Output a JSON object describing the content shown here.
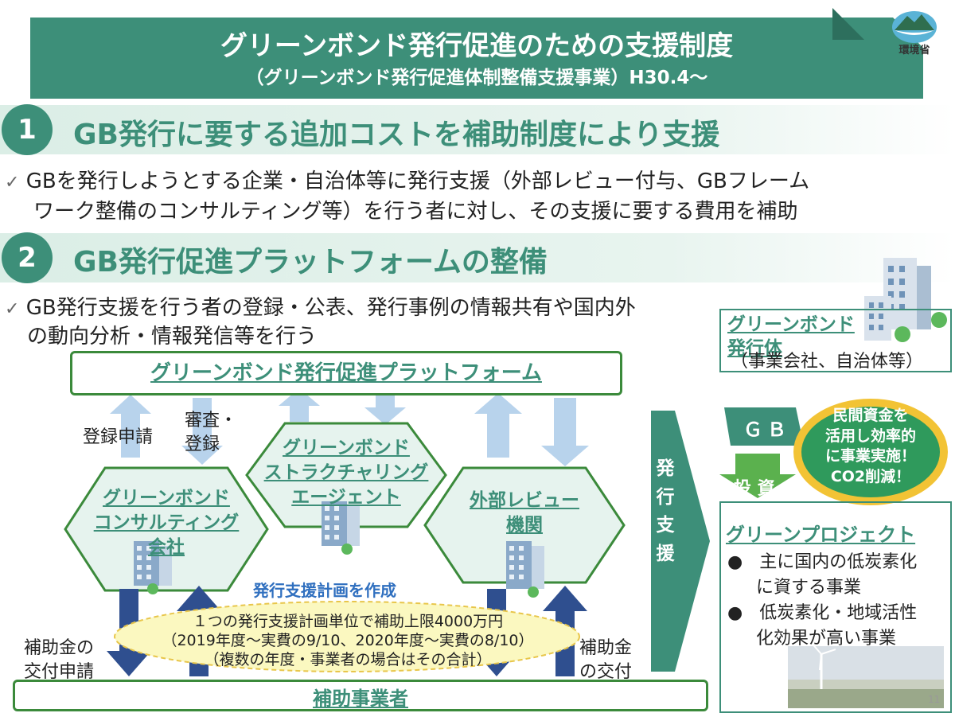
{
  "header": {
    "title": "グリーンボンド発行促進のための支援制度",
    "subtitle": "（グリーンボンド発行促進体制整備支援事業）H30.4～",
    "logo_text": "環境省"
  },
  "section1": {
    "number": "1",
    "title": "GB発行に要する追加コストを補助制度により支援",
    "lines": [
      "GBを発行しようとする企業・自治体等に発行支援（外部レビュー付与、GBフレーム",
      "ワーク整備のコンサルティング等）を行う者に対し、その支援に要する費用を補助"
    ]
  },
  "section2": {
    "number": "2",
    "title": "GB発行促進プラットフォームの整備",
    "lines": [
      "GB発行支援を行う者の登録・公表、発行事例の情報共有や国内外",
      "の動向分析・情報発信等を行う"
    ]
  },
  "diagram": {
    "platform": "グリーンボンド発行促進プラットフォーム",
    "label_register": "登録申請",
    "label_review_1": "審査・",
    "label_review_2": "登録",
    "consulting": [
      "グリーンボンド",
      "コンサルティング",
      "会社"
    ],
    "agent": [
      "グリーンボンド",
      "ストラクチャリング",
      "エージェント"
    ],
    "review": [
      "外部レビュー",
      "機関"
    ],
    "plan_title": "発行支援計画を作成",
    "plan_lines": [
      "１つの発行支援計画単位で補助上限4000万円",
      "（2019年度～実費の9/10、2020年度～実費の8/10）",
      "（複数の年度・事業者の場合はその合計）"
    ],
    "subsidy_apply": [
      "補助金の",
      "交付申請"
    ],
    "subsidy_grant": [
      "補助金",
      "の交付"
    ],
    "subsidy_recipient": "補助事業者",
    "issue_support": [
      "発",
      "行",
      "支",
      "援"
    ],
    "issuer_title": [
      "グリーンボンド",
      "発行体"
    ],
    "issuer_sub": "（事業会社、自治体等）",
    "gb": "ＧＢ",
    "investment": "投 資",
    "callout": [
      "民間資金を",
      "活用し効率的",
      "に事業実施！",
      "CO2削減！"
    ],
    "project_title": "グリーンプロジェクト",
    "project_bullets": [
      [
        "主に国内の低炭素化",
        "に資する事業"
      ],
      [
        "低炭素化・地域活性",
        "化効果が高い事業"
      ]
    ]
  },
  "page_number": "11",
  "colors": {
    "primary": "#3d8f79",
    "box_border": "#3b8a3b",
    "arrow_light": "#b8d3ec",
    "arrow_dark": "#2f4f8f",
    "callout_fill": "#2f9a5c",
    "callout_ring": "#f2c335",
    "ellipse_fill": "#fbf8c0",
    "ellipse_border": "#e8c64b"
  }
}
